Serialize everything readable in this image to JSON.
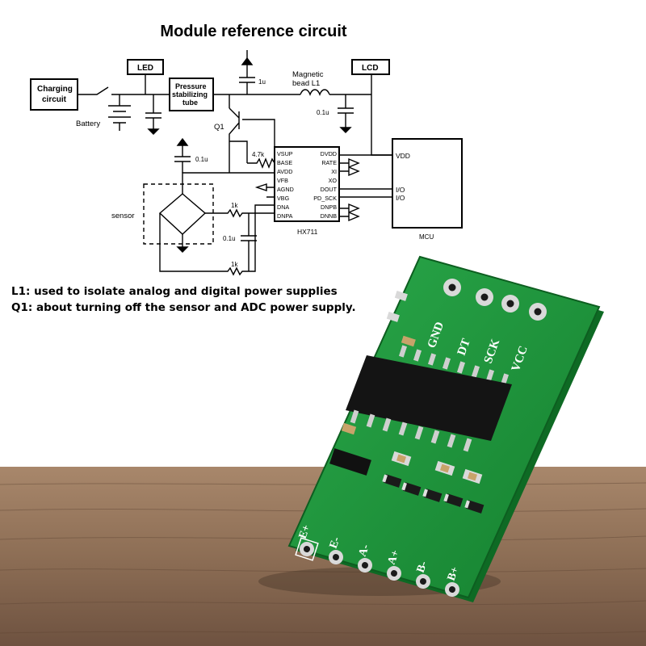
{
  "title": "Module reference circuit",
  "notes": {
    "l1": "L1: used to isolate analog and digital power supplies",
    "q1": "Q1: about turning off the sensor and ADC power supply."
  },
  "schematic": {
    "blocks": {
      "charging": [
        "Charging",
        "circuit"
      ],
      "led": "LED",
      "pressure": [
        "Pressure",
        "stabilizing",
        "tube"
      ],
      "lcd": "LCD",
      "mcu": "MCU"
    },
    "labels": {
      "battery": "Battery",
      "q1": "Q1",
      "magnetic": [
        "Magnetic",
        "bead L1"
      ],
      "sensor": "sensor",
      "hx711": "HX711",
      "vdd": "VDD",
      "io1": "I/O",
      "io2": "I/O"
    },
    "components": {
      "cap_1u": "1u",
      "cap_01u_a": "0.1u",
      "cap_01u_b": "0.1u",
      "cap_01u_c": "0.1u",
      "res_47k": "4.7k",
      "res_1k_a": "1k",
      "res_1k_b": "1k"
    },
    "hx711_pins_left": [
      "VSUP",
      "BASE",
      "AVDD",
      "VFB",
      "AGND",
      "VBG",
      "DNA",
      "DNPA"
    ],
    "hx711_pins_right": [
      "DVDD",
      "RATE",
      "XI",
      "XO",
      "DOUT",
      "PD_SCK",
      "DNPB",
      "DNNB"
    ]
  },
  "board": {
    "top_pins": [
      "GND",
      "DT",
      "SCK",
      "VCC"
    ],
    "bottom_pins": [
      "E+",
      "E-",
      "A-",
      "A+",
      "B-",
      "B+"
    ],
    "colors": {
      "pcb": "#1f9a3a",
      "pcb_dark": "#147a2a",
      "chip": "#141414",
      "pad": "#d9d9d9",
      "table": "#8d6e55"
    }
  }
}
